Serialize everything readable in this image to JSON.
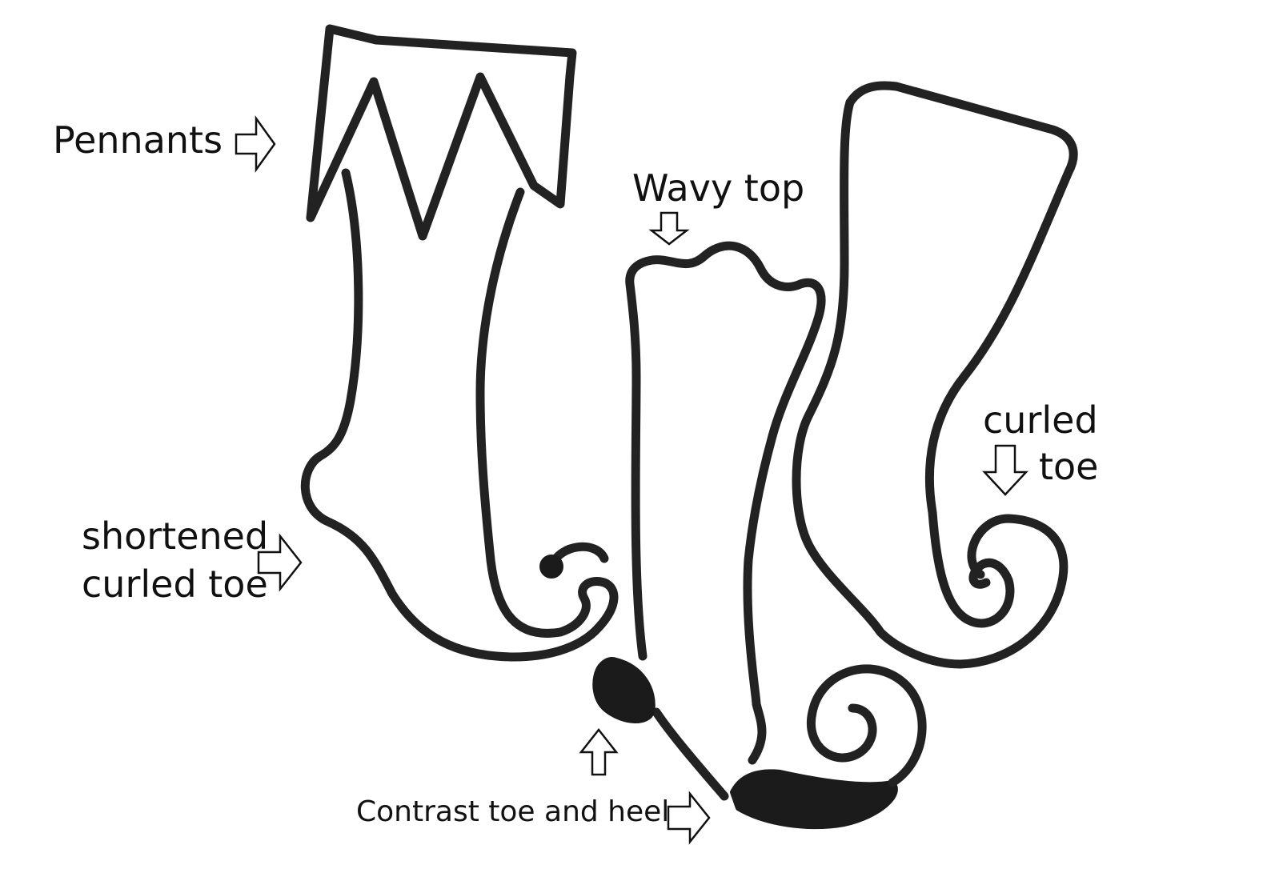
{
  "diagram": {
    "ink_color": "#222222",
    "background_color": "#ffffff",
    "labels": {
      "pennants": "Pennants",
      "wavy_top": "Wavy top",
      "curled_toe_line1": "curled",
      "curled_toe_line2": "toe",
      "shortened_line1": "shortened",
      "shortened_line2": "curled toe",
      "contrast": "Contrast toe and heel"
    },
    "arrows": [
      "right-arrow",
      "down-arrow",
      "down-arrow",
      "right-arrow",
      "up-arrow",
      "right-arrow"
    ],
    "socks": [
      "pennant-sock",
      "wavy-top-sock",
      "curled-toe-sock"
    ]
  }
}
